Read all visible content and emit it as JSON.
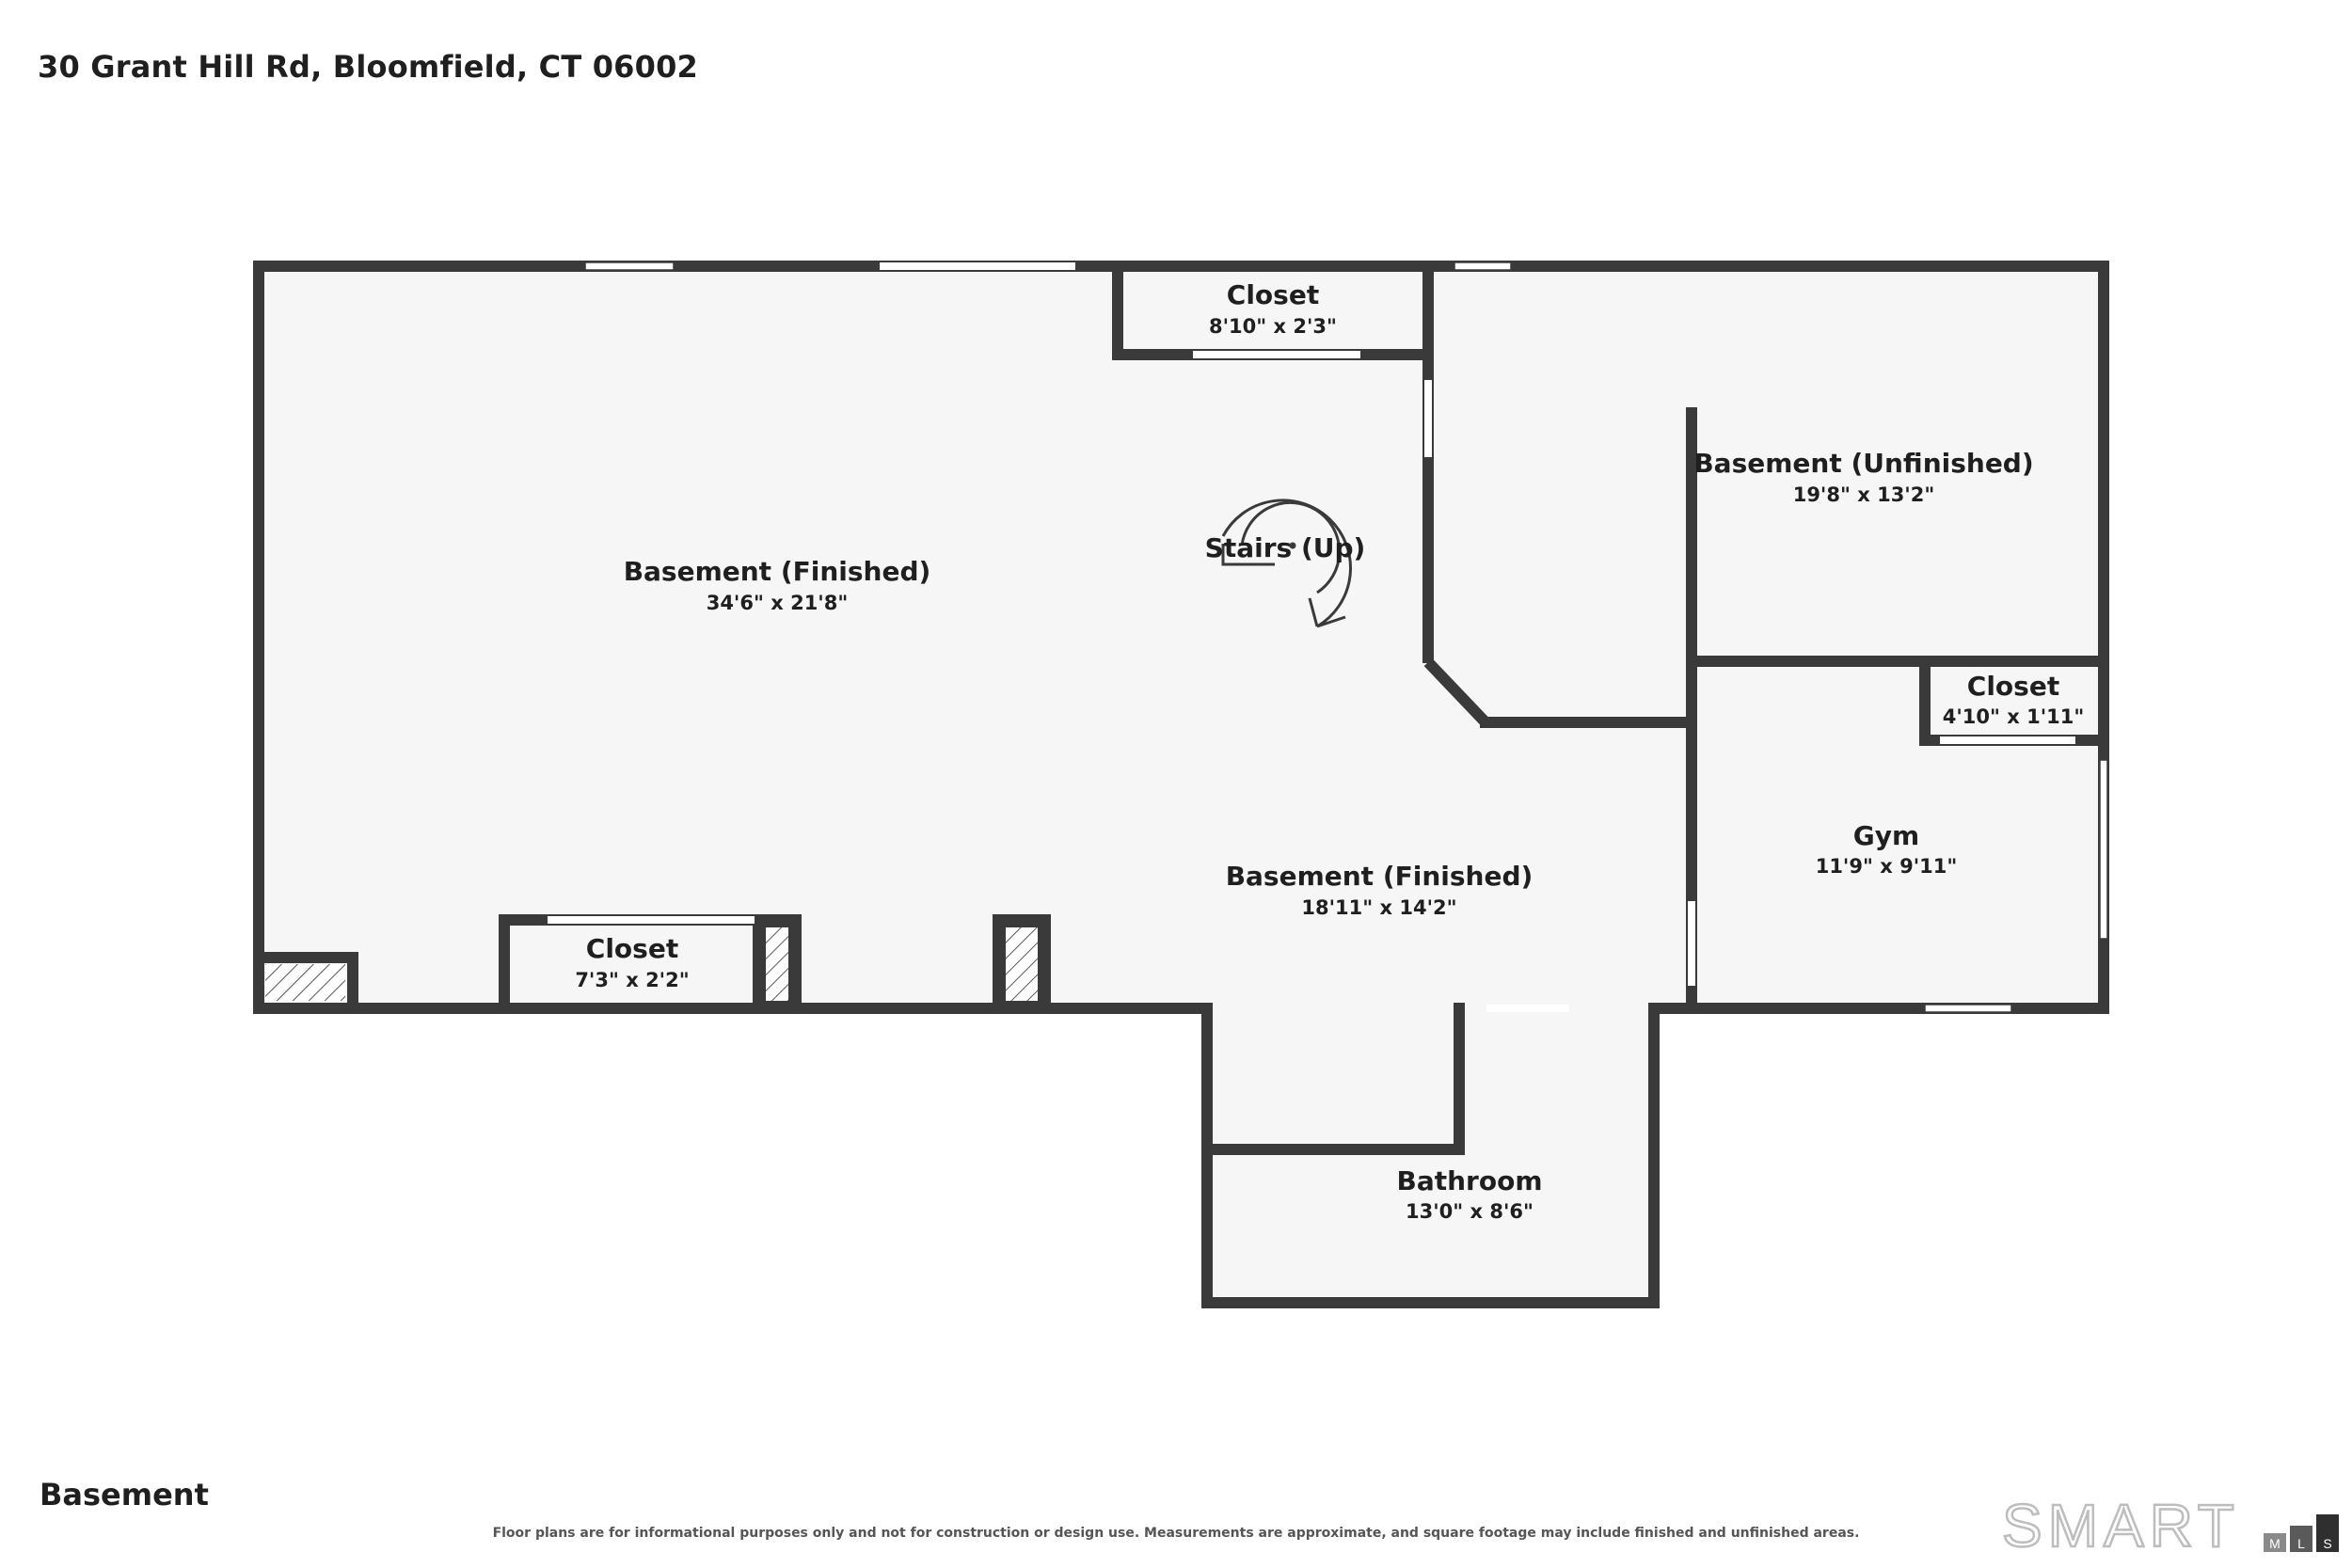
{
  "header": {
    "address": "30 Grant Hill Rd, Bloomfield, CT 06002"
  },
  "footer": {
    "floor_label": "Basement",
    "disclaimer": "Floor plans are for informational purposes only and not for construction or design use. Measurements are approximate, and square footage may include finished and unfinished areas."
  },
  "logo": {
    "main": "SMART",
    "sub": [
      "M",
      "L",
      "S"
    ]
  },
  "colors": {
    "wall": "#3a3a3a",
    "floor": "#f6f6f6",
    "opening": "#ffffff",
    "text": "#1f1f1f"
  },
  "rooms": {
    "basement_finished_main": {
      "name": "Basement (Finished)",
      "dims": "34'6\" x 21'8\""
    },
    "closet_top": {
      "name": "Closet",
      "dims": "8'10\" x 2'3\""
    },
    "basement_unfinished": {
      "name": "Basement (Unfinished)",
      "dims": "19'8\" x 13'2\""
    },
    "closet_right": {
      "name": "Closet",
      "dims": "4'10\" x 1'11\""
    },
    "gym": {
      "name": "Gym",
      "dims": "11'9\" x 9'11\""
    },
    "basement_finished_lower": {
      "name": "Basement (Finished)",
      "dims": "18'11\" x 14'2\""
    },
    "closet_bottom": {
      "name": "Closet",
      "dims": "7'3\" x 2'2\""
    },
    "bathroom": {
      "name": "Bathroom",
      "dims": "13'0\" x 8'6\""
    },
    "stairs": {
      "name": "Stairs (Up)"
    }
  }
}
